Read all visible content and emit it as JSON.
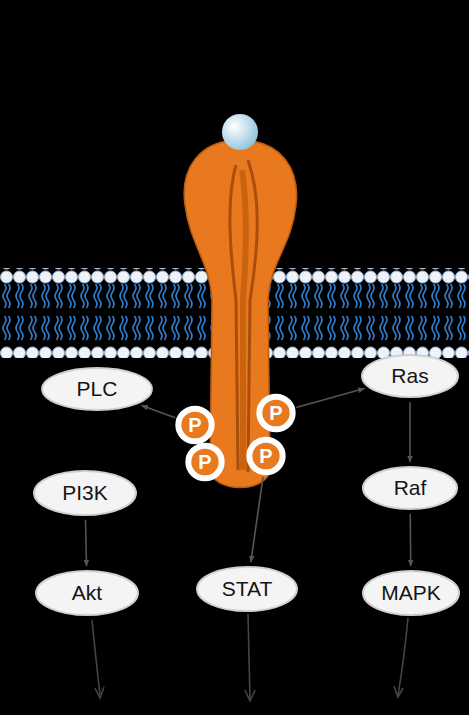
{
  "diagram": {
    "nodes": [
      {
        "text": [
          "PLC"
        ]
      },
      {
        "text": [
          "Ras"
        ]
      },
      {
        "text": [
          "P"
        ]
      },
      {
        "text": [
          "P"
        ]
      },
      {
        "text": [
          "P"
        ]
      },
      {
        "text": [
          "P"
        ]
      },
      {
        "text": [
          "PI3K"
        ]
      },
      {
        "text": [
          "Raf"
        ]
      },
      {
        "text": [
          "Akt"
        ]
      },
      {
        "text": [
          "STAT"
        ]
      },
      {
        "text": [
          "MAPK"
        ]
      }
    ],
    "edges": [
      {
        "from": 2,
        "to": 0,
        "arrow": "to"
      },
      {
        "from": 3,
        "to": 1,
        "arrow": "to"
      },
      {
        "from": 5,
        "to": 9,
        "arrow": "to"
      },
      {
        "from": 6,
        "to": 8,
        "arrow": "to"
      },
      {
        "from": 1,
        "to": 7,
        "arrow": "to"
      },
      {
        "from": 7,
        "to": 10,
        "arrow": "to"
      }
    ]
  }
}
